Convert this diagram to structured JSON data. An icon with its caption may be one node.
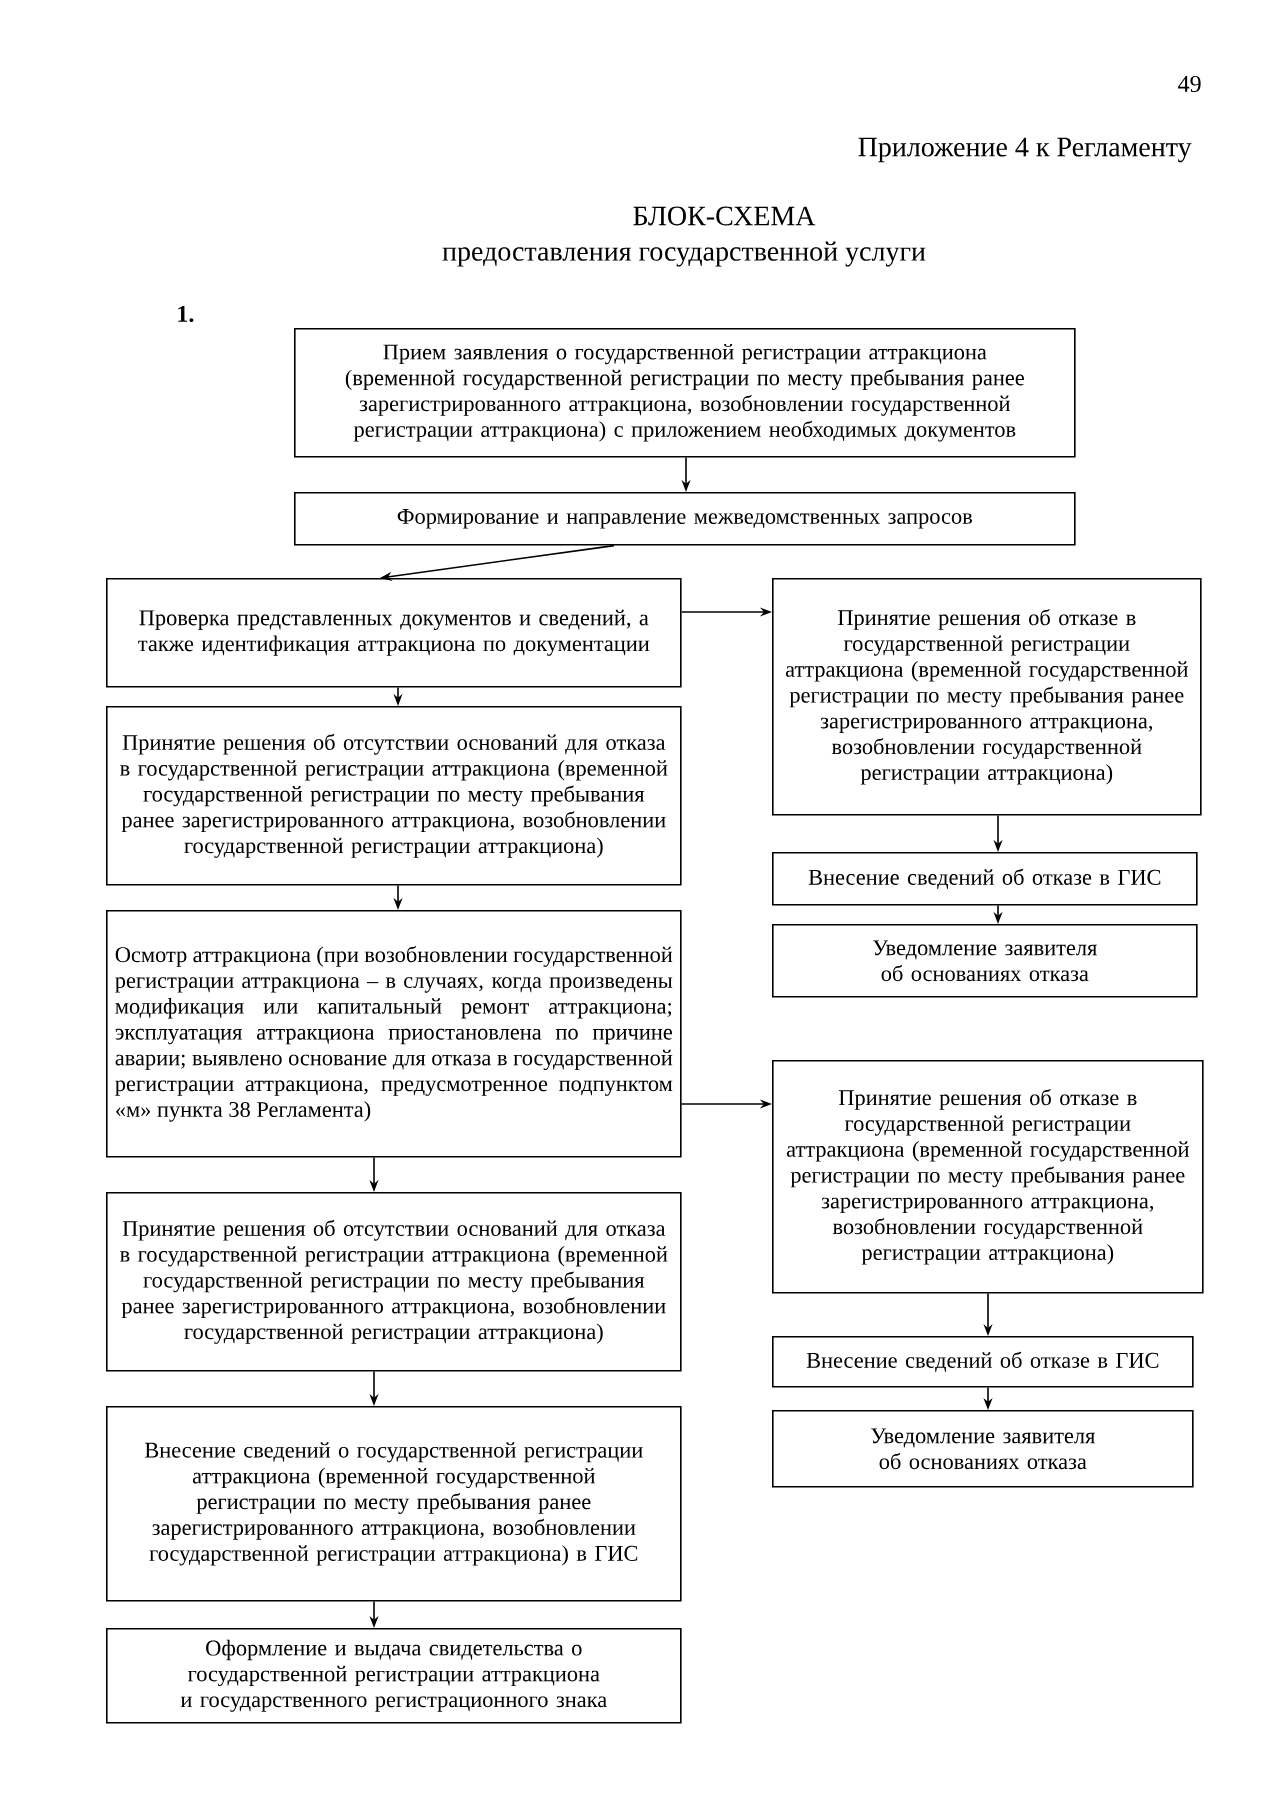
{
  "diagram": {
    "title": "БЛОК-СХЕМА",
    "nodes": [
      {
        "text": [
          "Прием заявления о государственной регистрации аттракциона (временной государственной регистрации по месту пребывания ранее зарегистрированного аттракциона, возобновлении государственной регистрации аттракциона) с приложением необходимых документов"
        ]
      },
      {
        "text": [
          "Формирование и направление межведомственных запросов"
        ]
      },
      {
        "text": [
          "Проверка представленных документов и сведений, а также идентификация аттракциона по документации"
        ]
      },
      {
        "text": [
          "Принятие решения об отсутствии оснований для отказа в государственной регистрации аттракциона (временной государственной регистрации по месту пребывания ранее зарегистрированного аттракциона, возобновлении государственной регистрации аттракциона)"
        ]
      },
      {
        "text": [
          "Осмотр аттракциона (при возобновлении государственной регистрации аттракциона – в случаях, когда произведены модификация или капитальный ремонт аттракциона; эксплуатация аттракциона приостановлена по причине аварии; выявлено основание для отказа в государственной регистрации аттракциона, предусмотренное подпунктом «м» пункта 38 Регламента)"
        ]
      },
      {
        "text": [
          "Принятие решения об отсутствии оснований для отказа в государственной регистрации аттракциона (временной государственной регистрации по месту пребывания ранее зарегистрированного аттракциона, возобновлении государственной регистрации аттракциона)"
        ]
      },
      {
        "text": [
          "Внесение сведений о государственной регистрации аттракциона (временной государственной регистрации по месту пребывания ранее зарегистрированного аттракциона, возобновлении государственной регистрации аттракциона) в ГИС"
        ]
      },
      {
        "text": [
          "Оформление и выдача свидетельства о государственной регистрации аттракциона и государственного регистрационного знака"
        ]
      },
      {
        "text": [
          "Принятие решения об отказе в государственной регистрации аттракциона (временной государственной регистрации по месту пребывания ранее зарегистрированного аттракциона, возобновлении государственной регистрации аттракциона)"
        ]
      },
      {
        "text": [
          "Внесение сведений об отказе в ГИС"
        ]
      },
      {
        "text": [
          "Уведомление заявителя об основаниях отказа"
        ]
      },
      {
        "text": [
          "Принятие решения об отказе в государственной регистрации аттракциона (временной государственной регистрации по месту пребывания ранее зарегистрированного аттракциона, возобновлении государственной регистрации аттракциона)"
        ]
      },
      {
        "text": [
          "Внесение сведений об отказе в ГИС"
        ]
      },
      {
        "text": [
          "Уведомление заявителя об основаниях отказа"
        ]
      }
    ],
    "edges": [
      {
        "from": 0,
        "to": 1,
        "arrow": "to"
      },
      {
        "from": 1,
        "to": 2,
        "arrow": "to"
      },
      {
        "from": 2,
        "to": 8,
        "arrow": "to"
      },
      {
        "from": 2,
        "to": 3,
        "arrow": "to"
      },
      {
        "from": 3,
        "to": 4,
        "arrow": "to"
      },
      {
        "from": 8,
        "to": 9,
        "arrow": "to"
      },
      {
        "from": 9,
        "to": 10,
        "arrow": "to"
      },
      {
        "from": 4,
        "to": 11,
        "arrow": "to"
      },
      {
        "from": 4,
        "to": 5,
        "arrow": "to"
      },
      {
        "from": 5,
        "to": 6,
        "arrow": "to"
      },
      {
        "from": 6,
        "to": 7,
        "arrow": "to"
      },
      {
        "from": 11,
        "to": 12,
        "arrow": "to"
      },
      {
        "from": 12,
        "to": 13,
        "arrow": "to"
      }
    ],
    "labels": [
      "49",
      "Приложение 4 к Регламенту",
      "предоставления государственной услуги",
      "1."
    ]
  }
}
